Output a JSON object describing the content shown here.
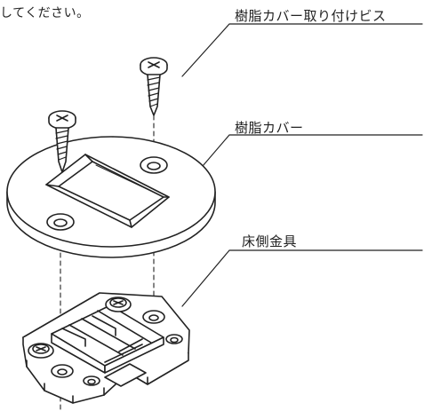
{
  "intro_text": "してください。",
  "labels": {
    "screw": "樹脂カバー取り付けビス",
    "cover": "樹脂カバー",
    "bracket": "床側金具"
  },
  "colors": {
    "line": "#222222",
    "cover_fill": "#ffffff",
    "background": "#ffffff"
  }
}
